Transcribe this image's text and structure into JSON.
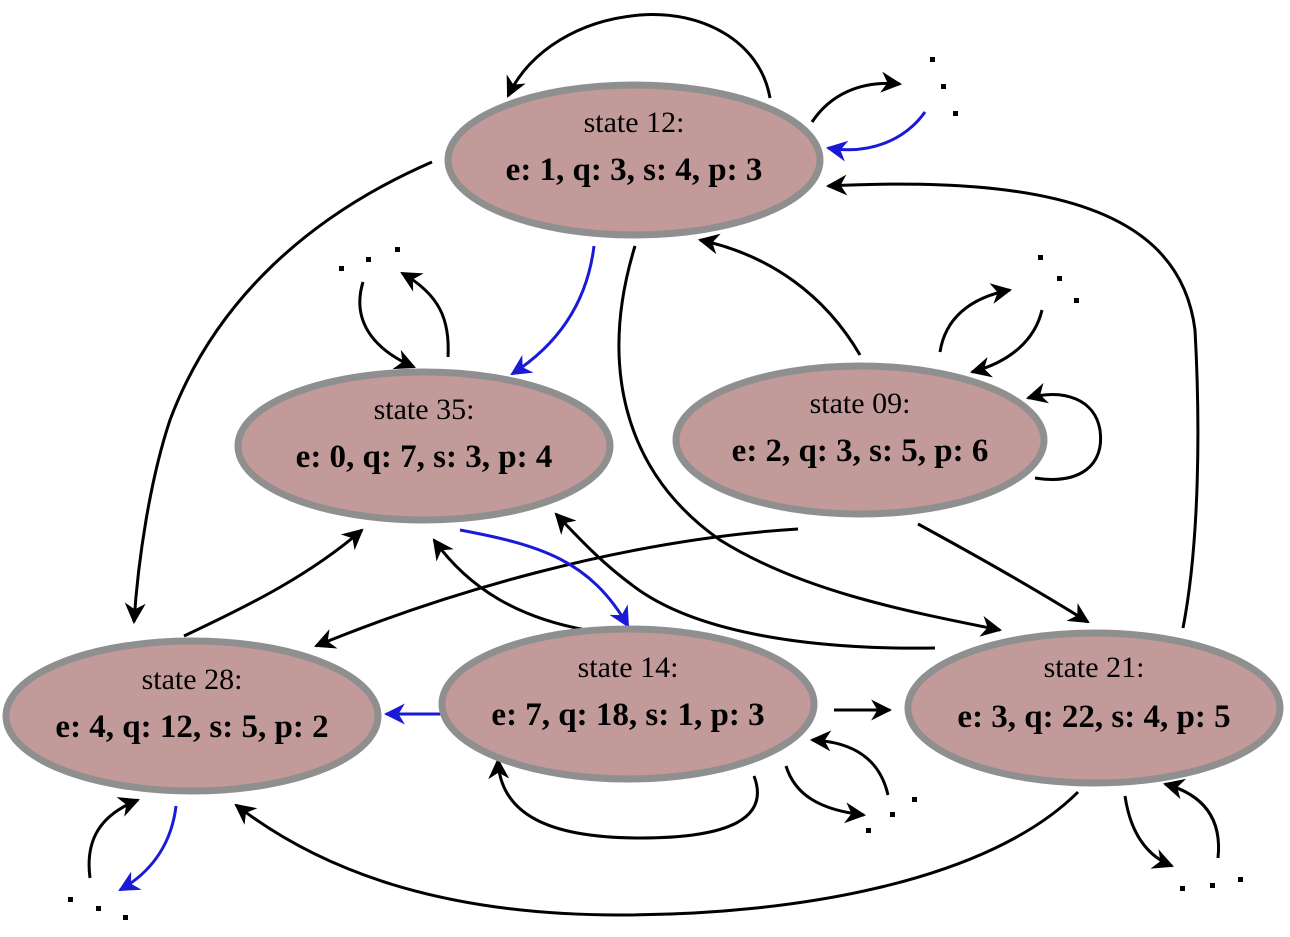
{
  "colors": {
    "node_fill": "#c29a9a",
    "node_border": "#8f8f8f",
    "edge_default": "#000000",
    "edge_highlight": "#1a1ad6"
  },
  "nodes": [
    {
      "id": "s12",
      "title": "state 12:",
      "values": "e: 1, q: 3, s: 4, p: 3"
    },
    {
      "id": "s35",
      "title": "state 35:",
      "values": "e: 0, q: 7, s: 3, p: 4"
    },
    {
      "id": "s09",
      "title": "state 09:",
      "values": "e: 2, q: 3, s: 5, p: 6"
    },
    {
      "id": "s28",
      "title": "state 28:",
      "values": "e: 4, q: 12, s: 5, p: 2"
    },
    {
      "id": "s14",
      "title": "state 14:",
      "values": "e: 7, q: 18, s: 1, p: 3"
    },
    {
      "id": "s21",
      "title": "state 21:",
      "values": "e: 3, q: 22, s: 4, p: 5"
    }
  ],
  "edges": [
    {
      "from": "s12",
      "to": "s12",
      "color": "default"
    },
    {
      "from": "s12",
      "to": "ellipsis",
      "color": "default"
    },
    {
      "from": "ellipsis",
      "to": "s12",
      "color": "highlight"
    },
    {
      "from": "s12",
      "to": "s28",
      "color": "default"
    },
    {
      "from": "s12",
      "to": "s35",
      "color": "highlight"
    },
    {
      "from": "s12",
      "to": "s21",
      "color": "default"
    },
    {
      "from": "s09",
      "to": "s12",
      "color": "default"
    },
    {
      "from": "s21",
      "to": "s12",
      "color": "default"
    },
    {
      "from": "ellipsis",
      "to": "s35",
      "color": "default"
    },
    {
      "from": "s35",
      "to": "ellipsis",
      "color": "default"
    },
    {
      "from": "s09",
      "to": "ellipsis",
      "color": "default"
    },
    {
      "from": "ellipsis",
      "to": "s09",
      "color": "default"
    },
    {
      "from": "s09",
      "to": "s09",
      "color": "default"
    },
    {
      "from": "s09",
      "to": "s28",
      "color": "default"
    },
    {
      "from": "s09",
      "to": "s21",
      "color": "default"
    },
    {
      "from": "s28",
      "to": "s35",
      "color": "default"
    },
    {
      "from": "s14",
      "to": "s35",
      "color": "default"
    },
    {
      "from": "s35",
      "to": "s14",
      "color": "highlight"
    },
    {
      "from": "s21",
      "to": "s35",
      "color": "default"
    },
    {
      "from": "s14",
      "to": "s28",
      "color": "highlight"
    },
    {
      "from": "s14",
      "to": "s21",
      "color": "default"
    },
    {
      "from": "s14",
      "to": "s14",
      "color": "default"
    },
    {
      "from": "ellipsis",
      "to": "s14",
      "color": "default"
    },
    {
      "from": "s14",
      "to": "ellipsis",
      "color": "default"
    },
    {
      "from": "s21",
      "to": "s28",
      "color": "default"
    },
    {
      "from": "s21",
      "to": "ellipsis",
      "color": "default"
    },
    {
      "from": "ellipsis",
      "to": "s21",
      "color": "default"
    },
    {
      "from": "ellipsis",
      "to": "s28",
      "color": "default"
    },
    {
      "from": "s28",
      "to": "ellipsis",
      "color": "highlight"
    }
  ]
}
